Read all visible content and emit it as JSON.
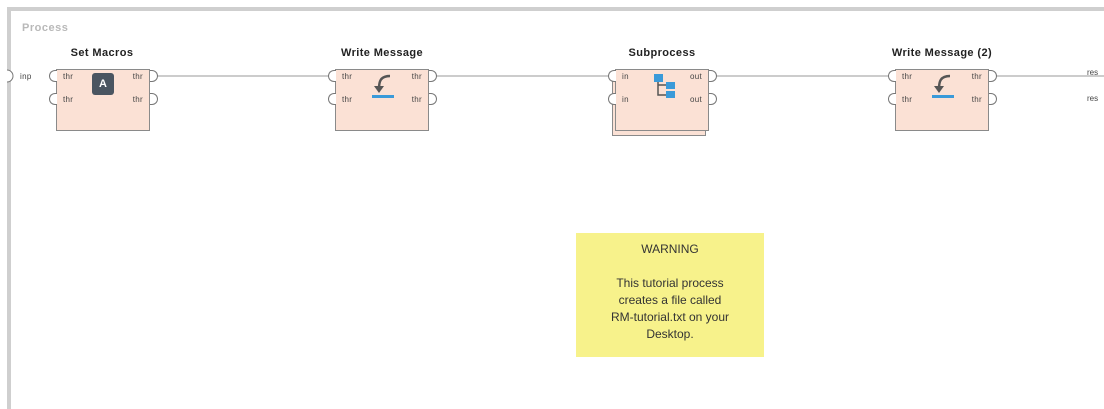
{
  "process": {
    "label": "Process"
  },
  "input_port": {
    "label": "inp"
  },
  "operators": [
    {
      "title": "Set Macros",
      "ports_in": [
        "thr",
        "thr"
      ],
      "ports_out": [
        "thr",
        "thr"
      ],
      "icon": "macro-a-icon",
      "icon_text": "A"
    },
    {
      "title": "Write Message",
      "ports_in": [
        "thr",
        "thr"
      ],
      "ports_out": [
        "thr",
        "thr"
      ],
      "icon": "write-arrow-icon"
    },
    {
      "title": "Subprocess",
      "ports_in": [
        "in",
        "in"
      ],
      "ports_out": [
        "out",
        "out"
      ],
      "icon": "subprocess-tree-icon"
    },
    {
      "title": "Write Message (2)",
      "ports_in": [
        "thr",
        "thr"
      ],
      "ports_out": [
        "thr",
        "thr"
      ],
      "icon": "write-arrow-icon"
    }
  ],
  "result_ports": [
    "res",
    "res"
  ],
  "note": {
    "lines": [
      "WARNING",
      "",
      "This tutorial process",
      "creates a file called",
      "RM-tutorial.txt on your",
      "Desktop."
    ]
  },
  "colors": {
    "operator_fill": "#fbe1d5",
    "note_fill": "#f7f28b",
    "icon_blue": "#3a9ad9"
  }
}
